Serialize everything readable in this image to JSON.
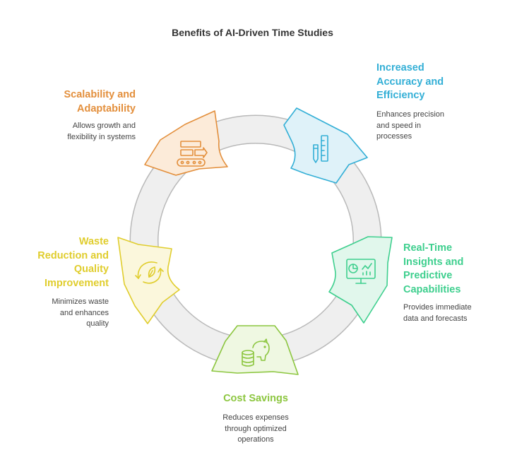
{
  "title": "Benefits of AI-Driven Time Studies",
  "colors": {
    "ring": "#efefef",
    "ring_stroke": "#b9b9b9",
    "accuracy": "#33afd6",
    "realtime": "#3ecf8e",
    "cost": "#8cc63f",
    "waste": "#e0cd2d",
    "scalability": "#e38f3c"
  },
  "items": [
    {
      "key": "accuracy",
      "heading": [
        "Increased",
        "Accuracy and",
        "Efficiency"
      ],
      "description": [
        "Enhances precision",
        "and speed in",
        "processes"
      ],
      "icon": "pencil-ruler-icon"
    },
    {
      "key": "realtime",
      "heading": [
        "Real-Time",
        "Insights and",
        "Predictive",
        "Capabilities"
      ],
      "description": [
        "Provides immediate",
        "data and forecasts"
      ],
      "icon": "analytics-monitor-icon"
    },
    {
      "key": "cost",
      "heading": [
        "Cost Savings"
      ],
      "description": [
        "Reduces expenses",
        "through optimized",
        "operations"
      ],
      "icon": "piggy-bank-coins-icon"
    },
    {
      "key": "waste",
      "heading": [
        "Waste",
        "Reduction and",
        "Quality",
        "Improvement"
      ],
      "description": [
        "Minimizes waste",
        "and enhances",
        "quality"
      ],
      "icon": "recycle-leaf-icon"
    },
    {
      "key": "scalability",
      "heading": [
        "Scalability and",
        "Adaptability"
      ],
      "description": [
        "Allows growth and",
        "flexibility in systems"
      ],
      "icon": "conveyor-belt-icon"
    }
  ]
}
